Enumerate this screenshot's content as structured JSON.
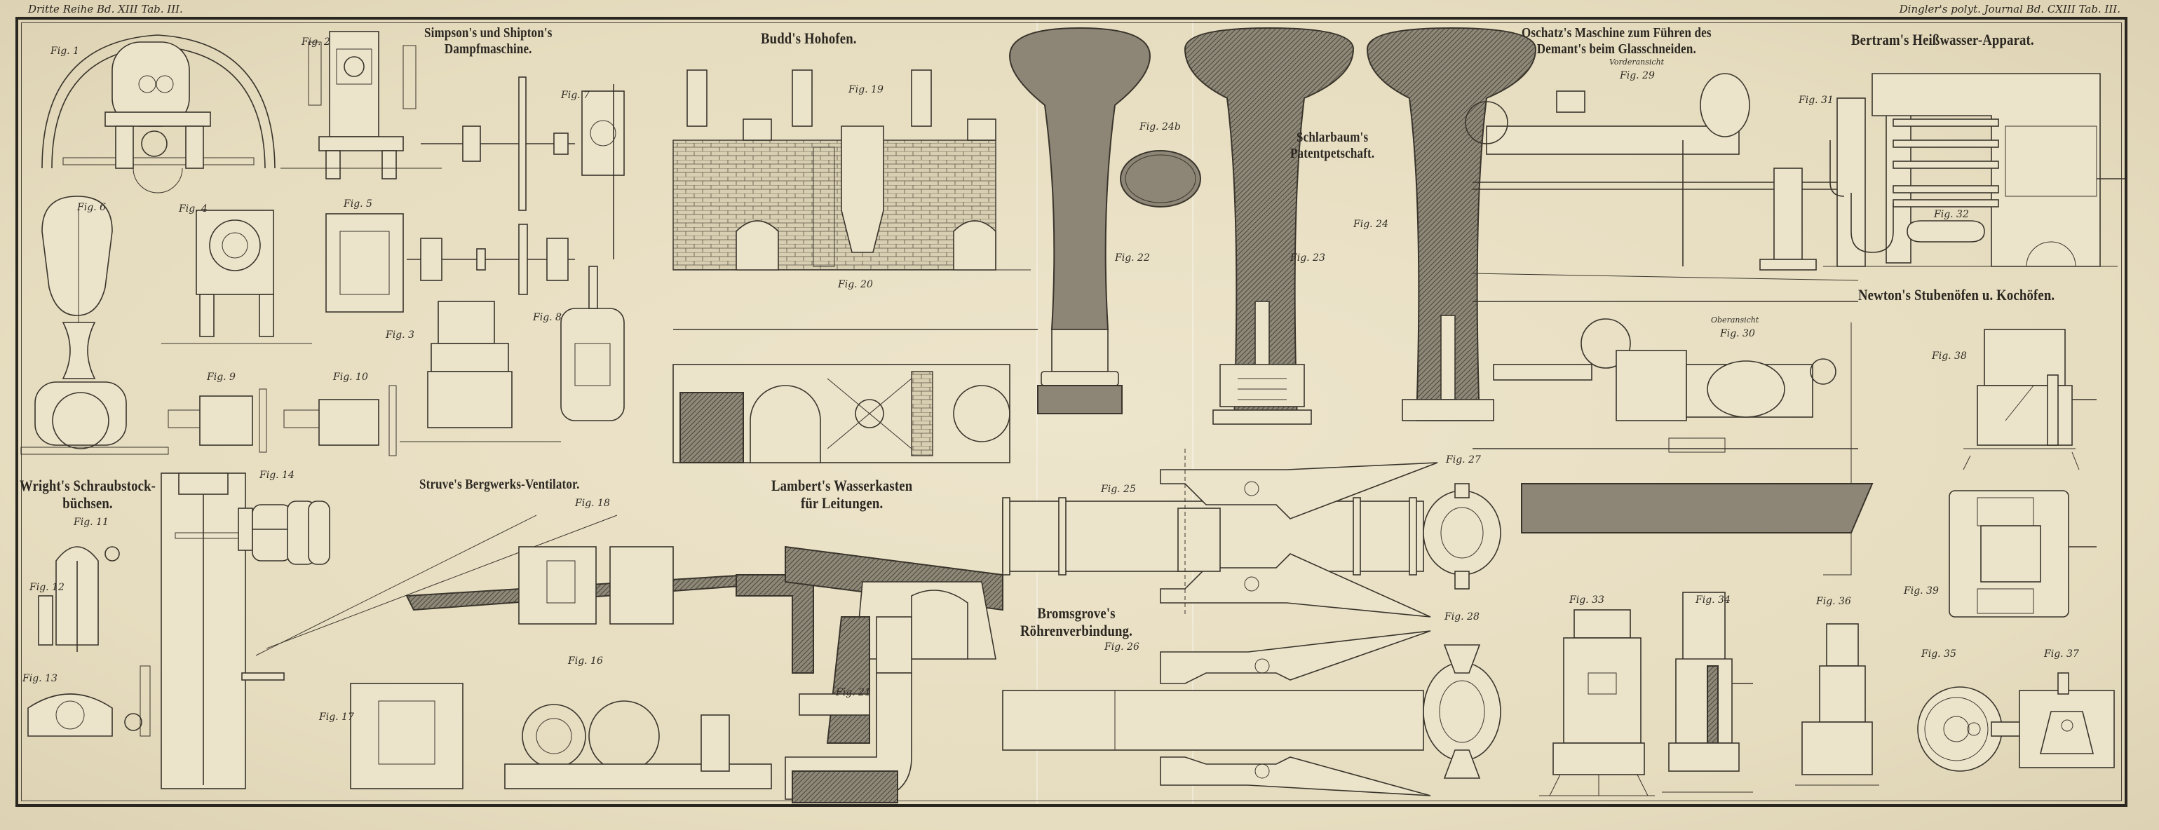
{
  "header": {
    "left": "Dritte Reihe Bd. XIII Tab. III.",
    "right": "Dingler's polyt. Journal Bd. CXIII Tab. III."
  },
  "sections": [
    {
      "id": "simpson",
      "title_lines": [
        "Simpson's und Shipton's",
        "Dampfmaschine."
      ]
    },
    {
      "id": "budd",
      "title_lines": [
        "Budd's Hohofen."
      ]
    },
    {
      "id": "schlarbaum",
      "title_lines": [
        "Schlarbaum's",
        "Patentpetschaft."
      ]
    },
    {
      "id": "oschatz",
      "title_lines": [
        "Oschatz's Maschine zum Führen des",
        "Demant's beim Glasschneiden."
      ]
    },
    {
      "id": "bertram",
      "title_lines": [
        "Bertram's Heißwasser-Apparat."
      ]
    },
    {
      "id": "newton",
      "title_lines": [
        "Newton's Stubenöfen u. Kochöfen."
      ]
    },
    {
      "id": "wright",
      "title_lines": [
        "Wright's Schraubstock-",
        "büchsen."
      ]
    },
    {
      "id": "struve",
      "title_lines": [
        "Struve's Bergwerks-Ventilator."
      ]
    },
    {
      "id": "lambert",
      "title_lines": [
        "Lambert's Wasserkasten",
        "für Leitungen."
      ]
    },
    {
      "id": "bromsgrove",
      "title_lines": [
        "Bromsgrove's",
        "Röhrenverbindung."
      ]
    }
  ],
  "subtitles": {
    "vorderansicht": "Vorderansicht",
    "oberansicht": "Oberansicht"
  },
  "figures": {
    "f1": "Fig. 1",
    "f2": "Fig. 2",
    "f3": "Fig. 3",
    "f4": "Fig. 4",
    "f5": "Fig. 5",
    "f6": "Fig. 6",
    "f7": "Fig. 7",
    "f8": "Fig. 8",
    "f9": "Fig. 9",
    "f10": "Fig. 10",
    "f11": "Fig. 11",
    "f12": "Fig. 12",
    "f13": "Fig. 13",
    "f14": "Fig. 14",
    "f16": "Fig. 16",
    "f17": "Fig. 17",
    "f18": "Fig. 18",
    "f19": "Fig. 19",
    "f20": "Fig. 20",
    "f21": "Fig. 21",
    "f22": "Fig. 22",
    "f23": "Fig. 23",
    "f24": "Fig. 24",
    "f24b": "Fig. 24b",
    "f25": "Fig. 25",
    "f26": "Fig. 26",
    "f27": "Fig. 27",
    "f28": "Fig. 28",
    "f29": "Fig. 29",
    "f30": "Fig. 30",
    "f31": "Fig. 31",
    "f32": "Fig. 32",
    "f33": "Fig. 33",
    "f34": "Fig. 34",
    "f35": "Fig. 35",
    "f36": "Fig. 36",
    "f37": "Fig. 37",
    "f38": "Fig. 38",
    "f39": "Fig. 39"
  },
  "colors": {
    "paper": "#e9e0c6",
    "ink": "#2a2620"
  }
}
